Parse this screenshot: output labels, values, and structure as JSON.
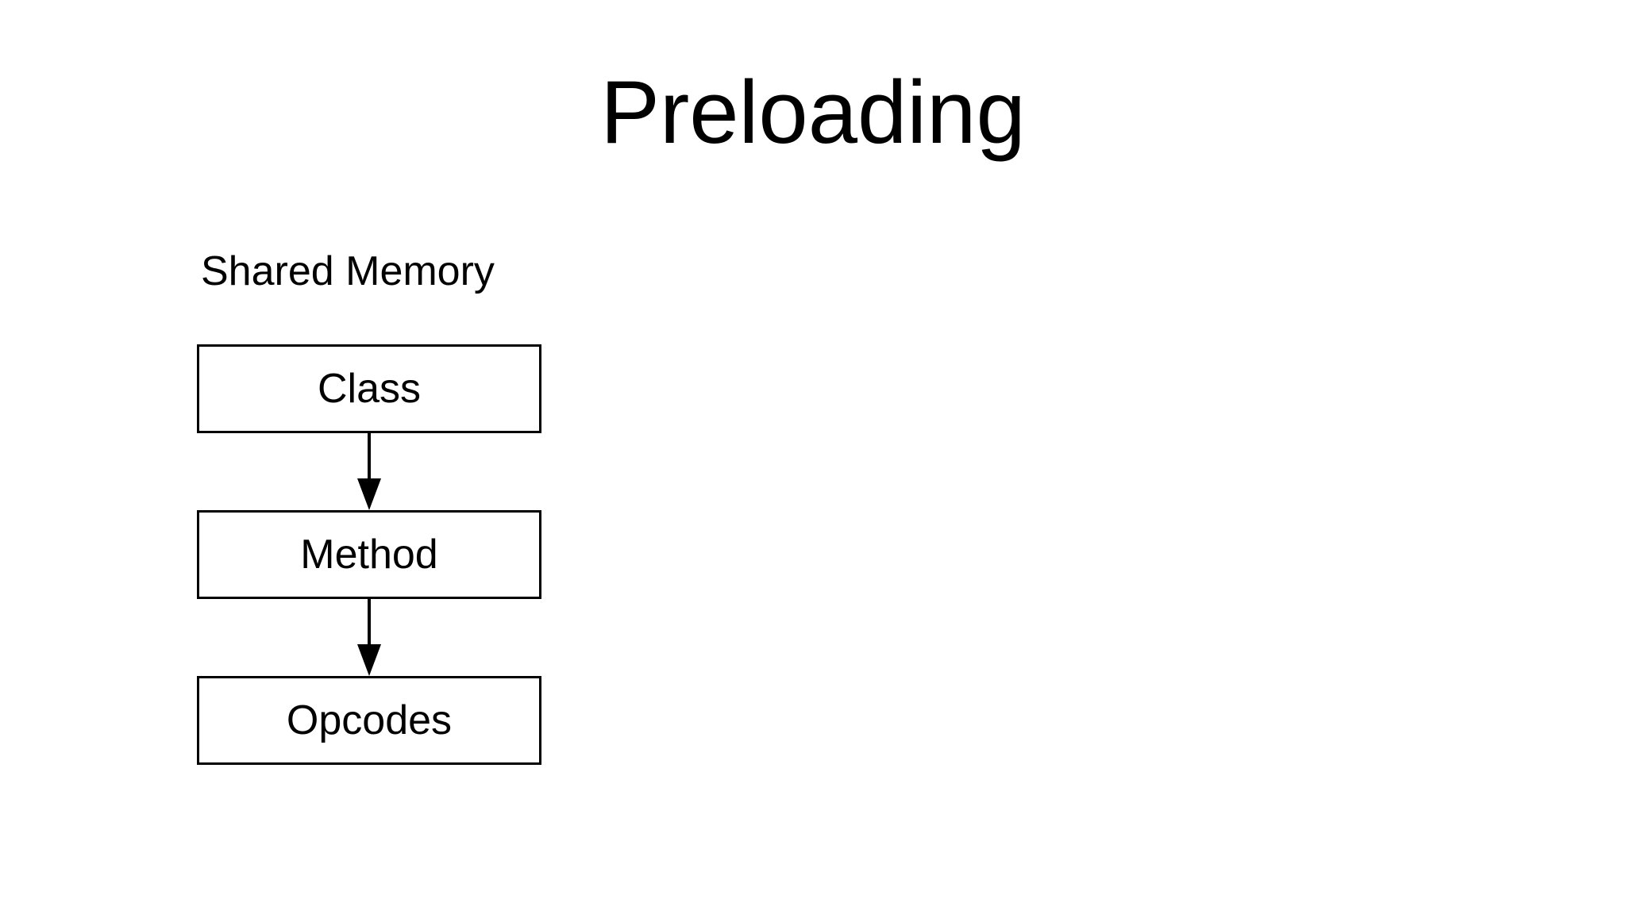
{
  "slide": {
    "title": "Preloading"
  },
  "diagram": {
    "section_label": "Shared Memory",
    "nodes": [
      {
        "id": "class",
        "label": "Class"
      },
      {
        "id": "method",
        "label": "Method"
      },
      {
        "id": "opcodes",
        "label": "Opcodes"
      }
    ],
    "edges": [
      {
        "from": "class",
        "to": "method",
        "direction": "down"
      },
      {
        "from": "method",
        "to": "opcodes",
        "direction": "down"
      }
    ],
    "colors": {
      "background": "#ffffff",
      "box_fill": "#ffffff",
      "box_border": "#000000",
      "text": "#000000",
      "arrow": "#000000"
    }
  }
}
